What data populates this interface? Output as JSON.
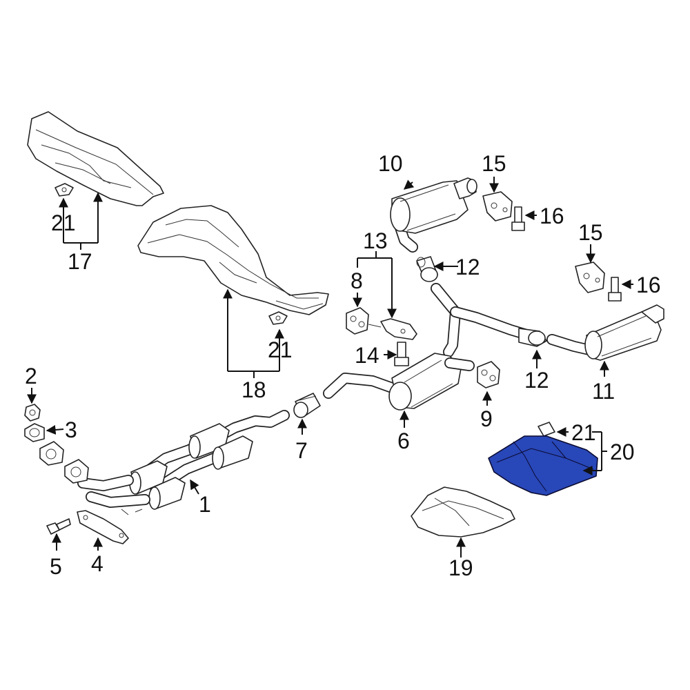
{
  "diagram": {
    "highlight_color": "#2847b8",
    "callouts": {
      "c1": "1",
      "c2": "2",
      "c3": "3",
      "c4": "4",
      "c5": "5",
      "c6": "6",
      "c7": "7",
      "c8": "8",
      "c9": "9",
      "c10": "10",
      "c11": "11",
      "c12a": "12",
      "c12b": "12",
      "c13": "13",
      "c14": "14",
      "c15a": "15",
      "c15b": "15",
      "c16a": "16",
      "c16b": "16",
      "c17": "17",
      "c18": "18",
      "c19": "19",
      "c20": "20",
      "c21a": "21",
      "c21b": "21",
      "c21c": "21"
    }
  }
}
